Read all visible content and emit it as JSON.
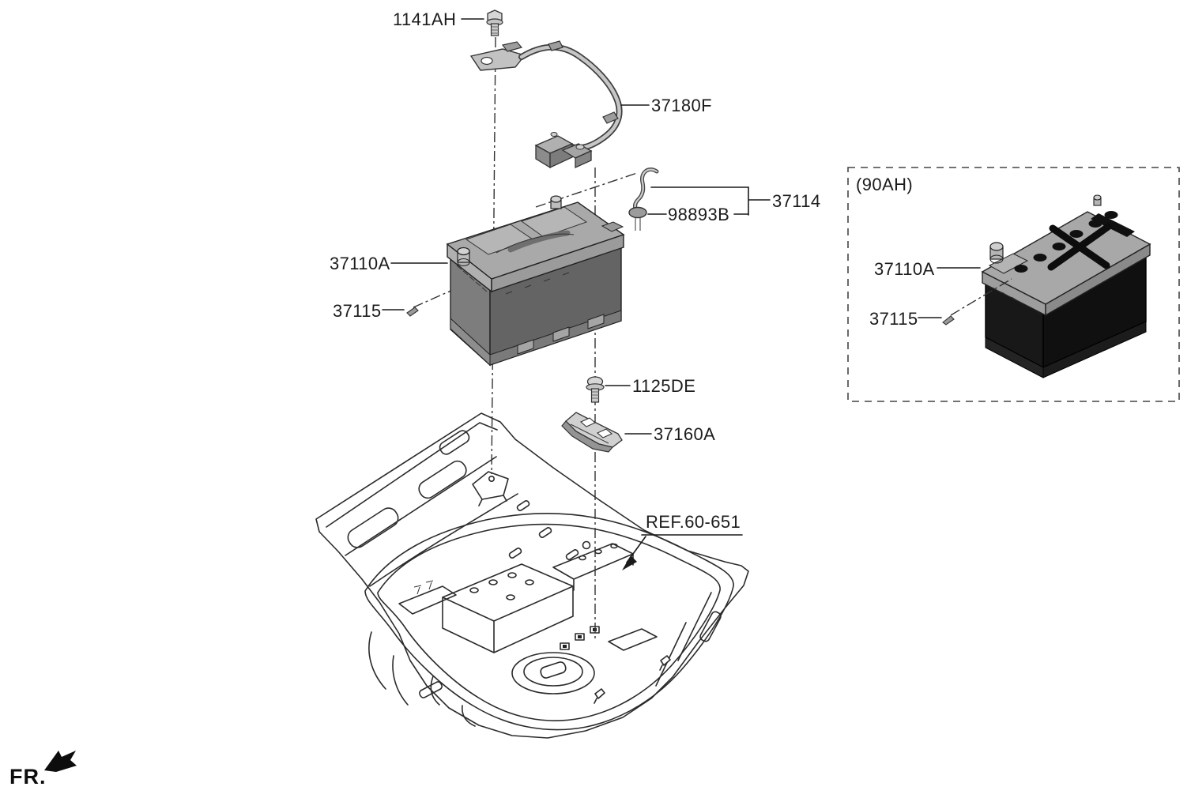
{
  "labels": {
    "l1141ah": "1141AH",
    "l37180f": "37180F",
    "l98893b": "98893B",
    "l37114": "37114",
    "l37110a_main": "37110A",
    "l37115_main": "37115",
    "l1125de": "1125DE",
    "l37160a": "37160A",
    "lref": "REF.60-651",
    "lfr": "FR."
  },
  "inset": {
    "title": "(90AH)",
    "l37110a": "37110A",
    "l37115": "37115"
  },
  "parts": {
    "bolt_top": "1141AH",
    "battery_cable": "37180F",
    "grommet": "98893B",
    "battery_sensor_wire": "37114",
    "battery_assembly": "37110A",
    "battery_vent_plug": "37115",
    "clamp_bolt": "1125DE",
    "battery_clamp_bracket": "37160A",
    "floor_panel_reference": "REF.60-651",
    "inset_variant_capacity": "(90AH)",
    "front_direction_marker": "FR."
  },
  "colors": {
    "background": "#ffffff",
    "line_art": "#2b2b2b",
    "label_text": "#1c1c1c",
    "battery_top": "#a9a9a9",
    "battery_left_face": "#7d7d7d",
    "battery_right_face": "#646464",
    "inset_battery_body": "#151515",
    "inset_battery_lid": "#a8a8a8"
  }
}
